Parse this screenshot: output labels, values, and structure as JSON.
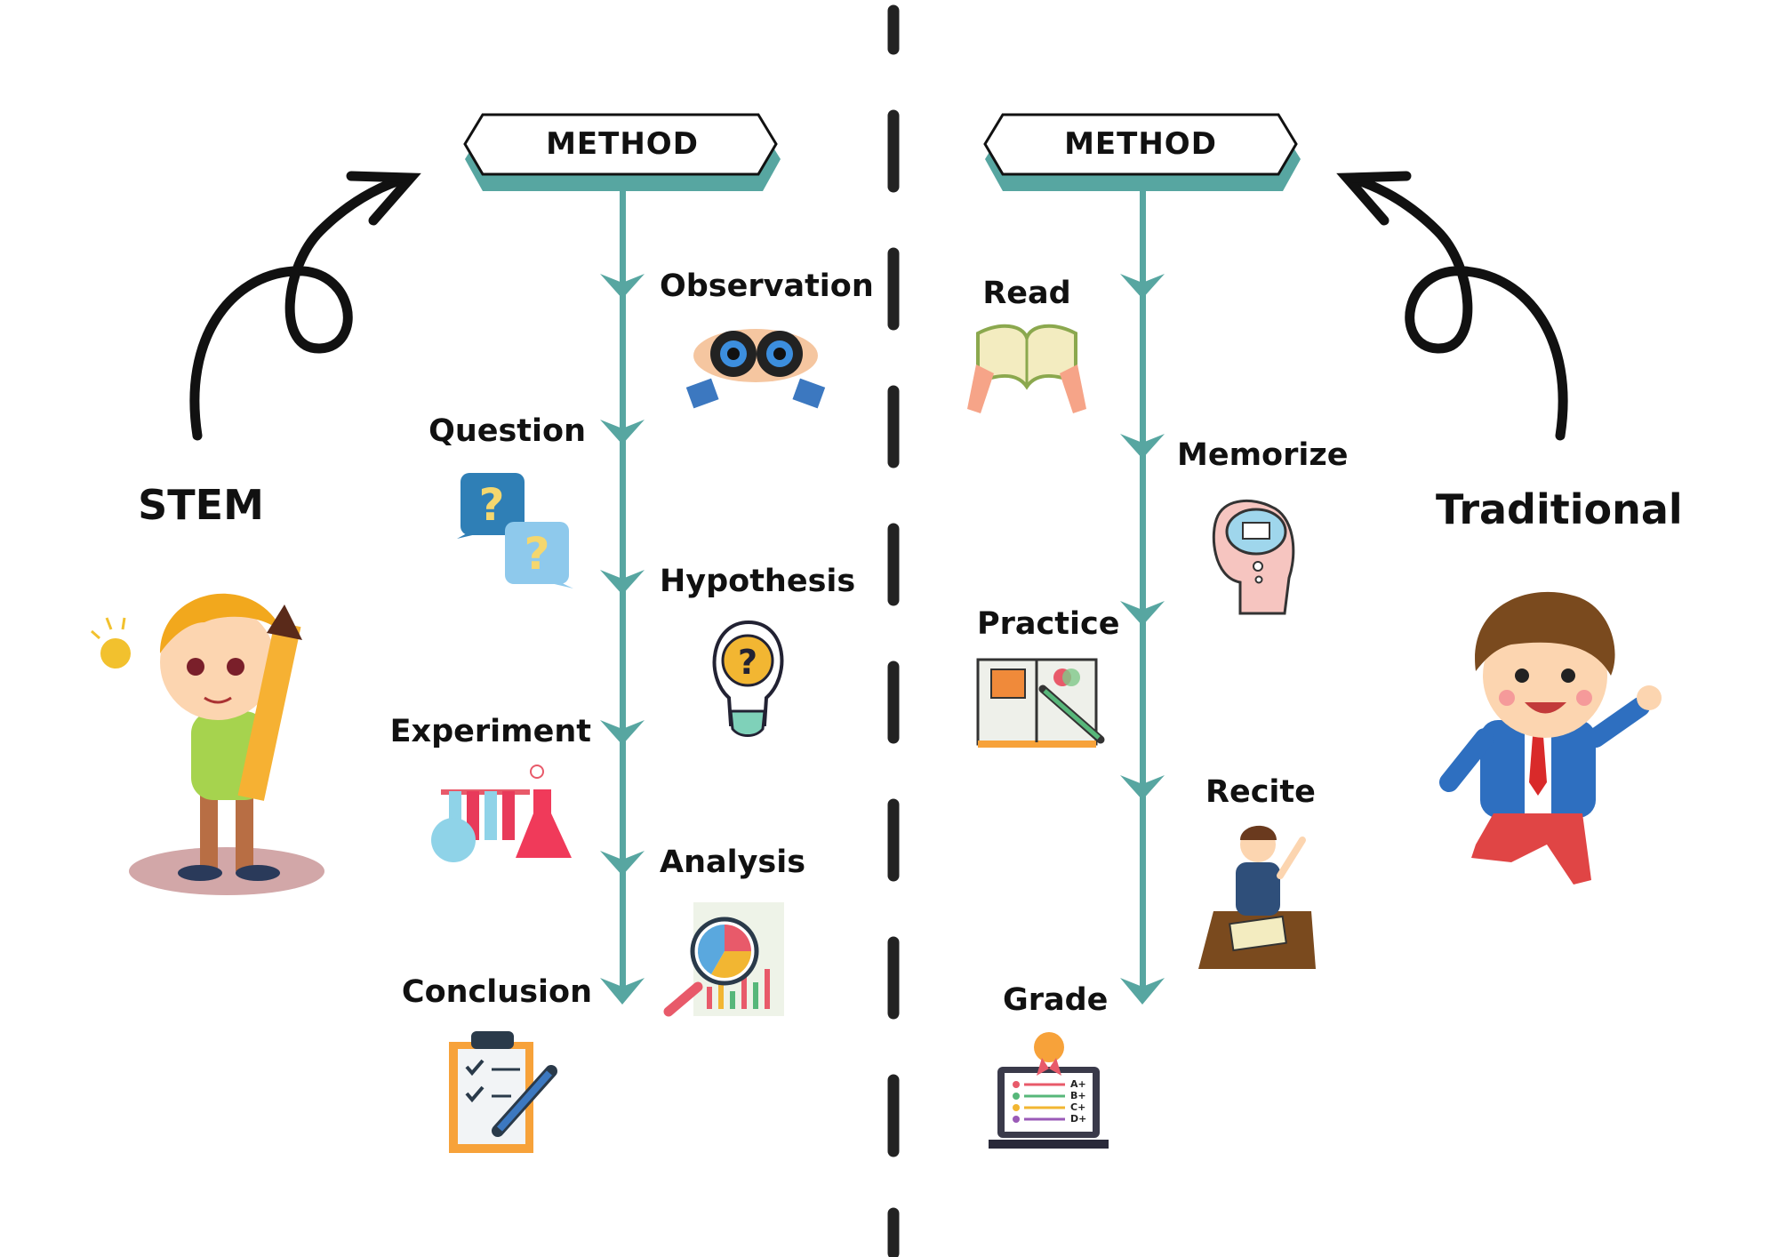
{
  "colors": {
    "teal": "#57a6a1",
    "ink": "#111111"
  },
  "stem": {
    "title": "STEM",
    "method_label": "METHOD",
    "steps": [
      "Observation",
      "Question",
      "Hypothesis",
      "Experiment",
      "Analysis",
      "Conclusion"
    ]
  },
  "traditional": {
    "title": "Traditional",
    "method_label": "METHOD",
    "steps": [
      "Read",
      "Memorize",
      "Practice",
      "Recite",
      "Grade"
    ]
  },
  "grade_icon": {
    "grades": [
      "A+",
      "B+",
      "C+",
      "D+"
    ]
  }
}
